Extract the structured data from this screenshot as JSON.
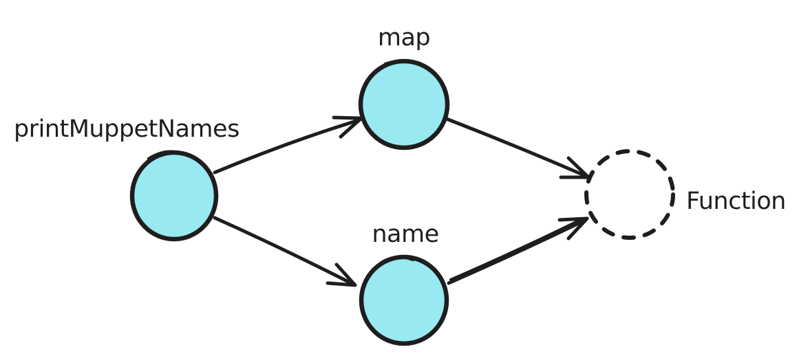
{
  "diagram": {
    "background_color": "#ffffff",
    "stroke_color": "#1e1e1e",
    "node_fill_color": "#99e9f2",
    "nodes": [
      {
        "id": "printMuppetNames",
        "label": "printMuppetNames",
        "shape": "circle",
        "style": "solid-filled",
        "label_position": "above-left"
      },
      {
        "id": "map",
        "label": "map",
        "shape": "circle",
        "style": "solid-filled",
        "label_position": "above"
      },
      {
        "id": "name",
        "label": "name",
        "shape": "circle",
        "style": "solid-filled",
        "label_position": "above"
      },
      {
        "id": "function",
        "label": "Function",
        "shape": "circle",
        "style": "dashed-outline",
        "label_position": "right"
      }
    ],
    "edges": [
      {
        "from": "printMuppetNames",
        "to": "map",
        "arrow": "end"
      },
      {
        "from": "printMuppetNames",
        "to": "name",
        "arrow": "end"
      },
      {
        "from": "map",
        "to": "function",
        "arrow": "end"
      },
      {
        "from": "name",
        "to": "function",
        "arrow": "end"
      }
    ]
  }
}
